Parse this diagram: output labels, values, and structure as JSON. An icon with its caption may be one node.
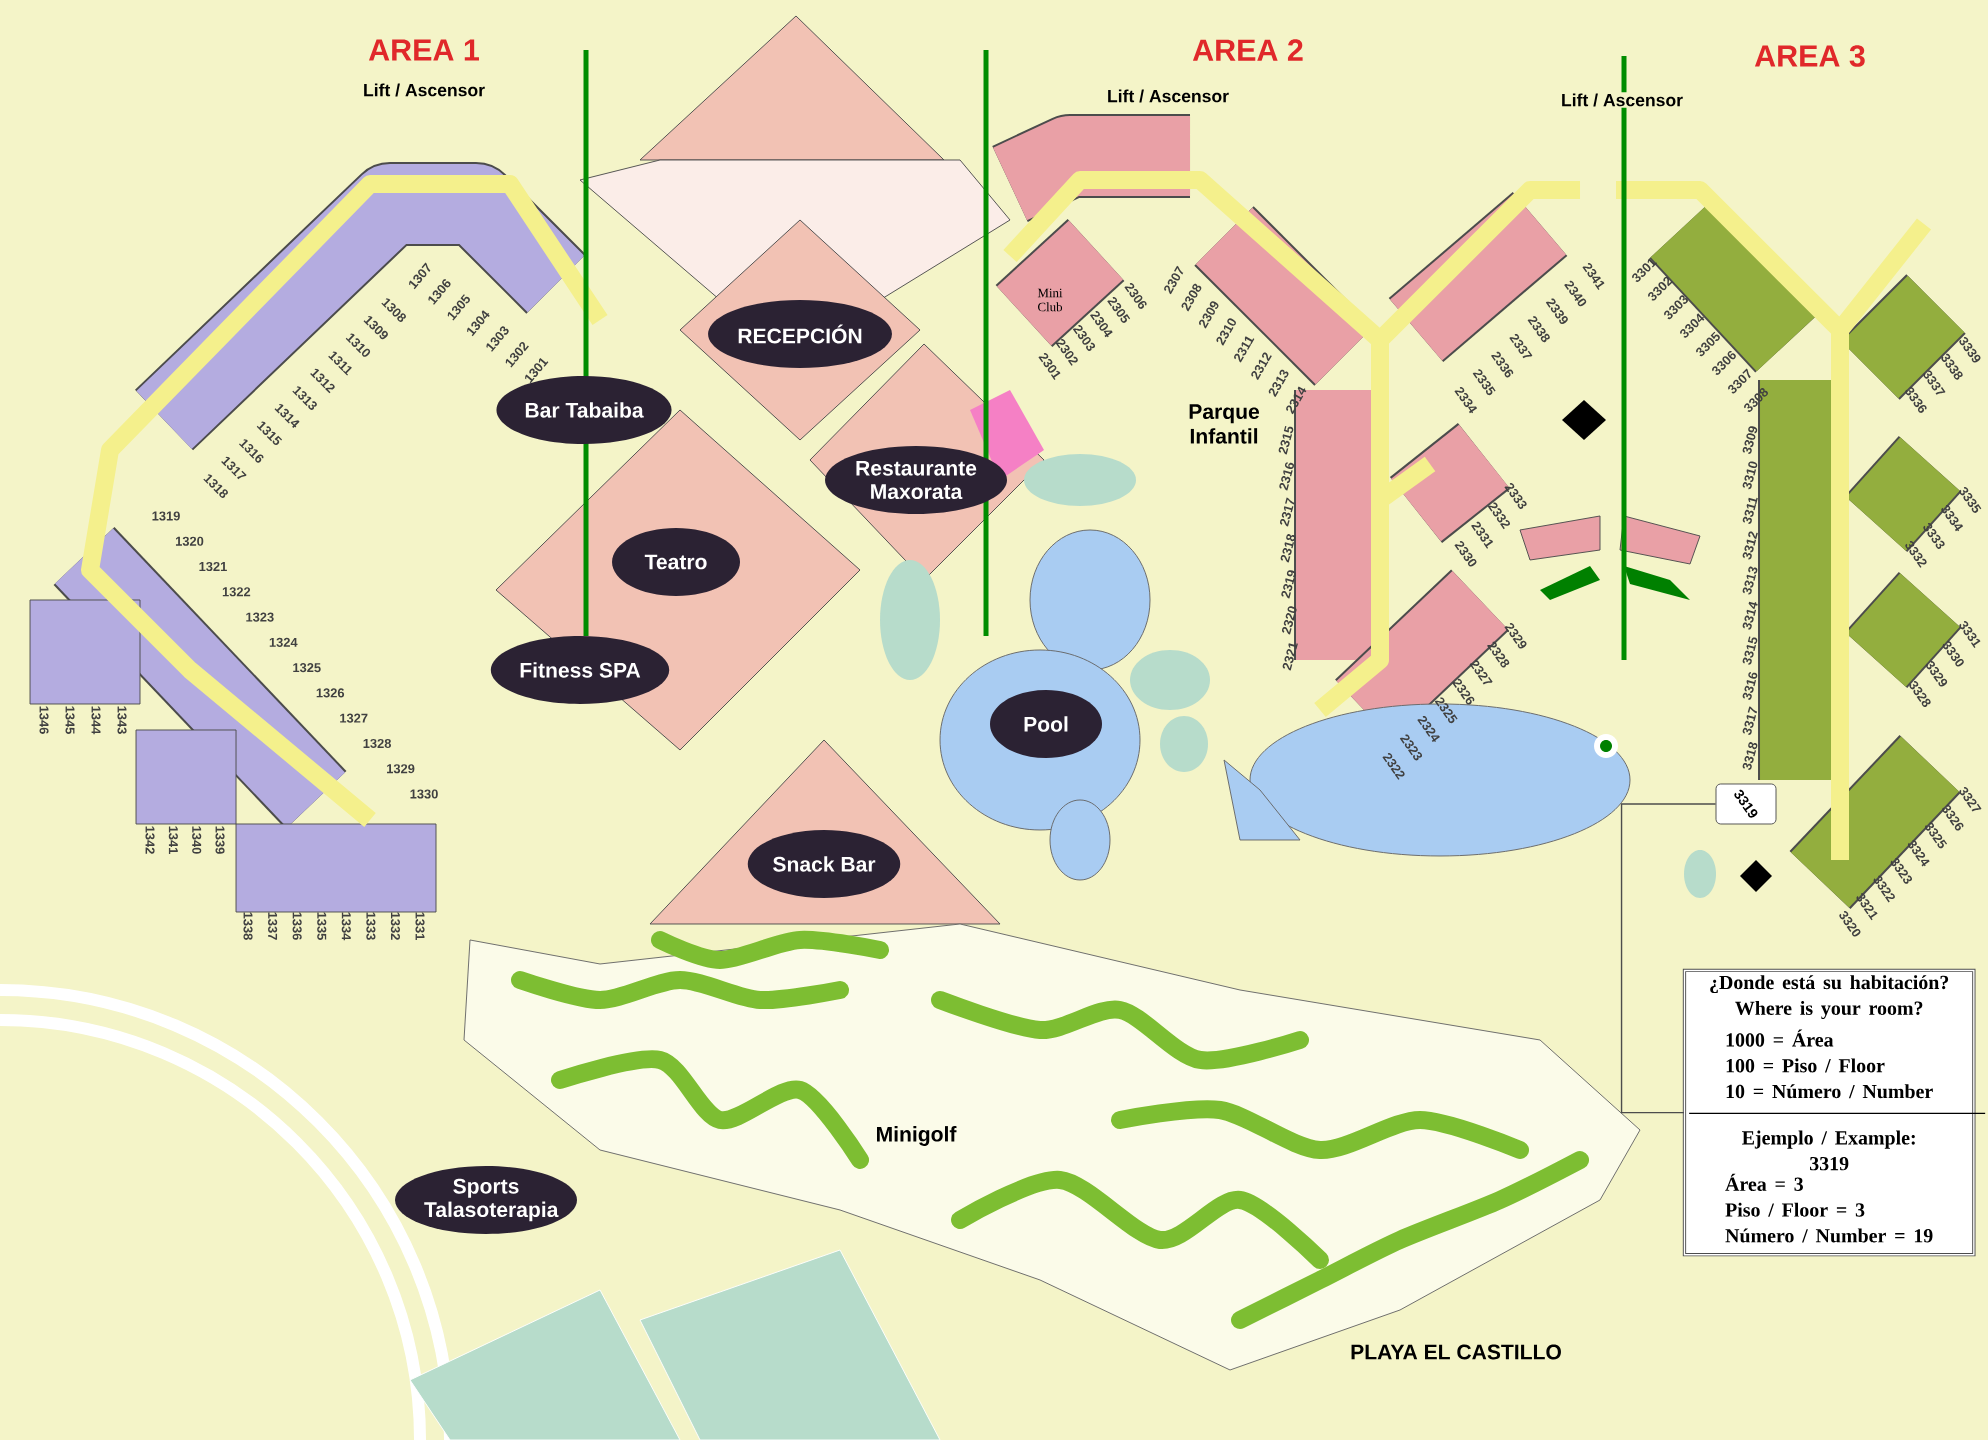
{
  "diagram": {
    "nodes": [
      {
        "text": [
          "Bar Tabaiba"
        ]
      },
      {
        "text": [
          "RECEPCIÓN"
        ]
      },
      {
        "text": [
          "Restaurante Maxorata"
        ]
      },
      {
        "text": [
          "Teatro"
        ]
      },
      {
        "text": [
          "Fitness SPA"
        ]
      },
      {
        "text": [
          "Pool"
        ]
      },
      {
        "text": [
          "Snack Bar"
        ]
      },
      {
        "text": [
          "Sports Talasoterapia"
        ]
      },
      {
        "text": [
          "3319"
        ]
      },
      {
        "text": [
          "¿Donde está su habitación?",
          "Where is your room?",
          "1000 = Área",
          "100 = Piso / Floor",
          "10 = Número / Number",
          "Ejemplo / Example:",
          "3319",
          "Área = 3",
          "Piso / Floor = 3",
          "Número / Number = 19"
        ]
      }
    ],
    "edges": [
      {
        "from": 8,
        "to": 9,
        "arrow": "none"
      }
    ],
    "labels": [
      "AREA 1",
      "AREA 2",
      "AREA 3",
      "Lift / Ascensor",
      "Lift / Ascensor",
      "Lift / Ascensor",
      "Mini Club",
      "Parque Infantil",
      "Minigolf",
      "PLAYA EL CASTILLO",
      "1301",
      "1302",
      "1303",
      "1304",
      "1305",
      "1306",
      "1307",
      "1308",
      "1309",
      "1310",
      "1311",
      "1312",
      "1313",
      "1314",
      "1315",
      "1316",
      "1317",
      "1318",
      "1319",
      "1320",
      "1321",
      "1322",
      "1323",
      "1324",
      "1325",
      "1326",
      "1327",
      "1328",
      "1329",
      "1330",
      "1331",
      "1332",
      "1333",
      "1334",
      "1335",
      "1336",
      "1337",
      "1338",
      "1339",
      "1340",
      "1341",
      "1342",
      "1343",
      "1344",
      "1345",
      "1346",
      "2301",
      "2302",
      "2303",
      "2304",
      "2305",
      "2306",
      "2307",
      "2308",
      "2309",
      "2310",
      "2311",
      "2312",
      "2313",
      "2314",
      "2315",
      "2316",
      "2317",
      "2318",
      "2319",
      "2320",
      "2321",
      "2322",
      "2323",
      "2324",
      "2325",
      "2326",
      "2327",
      "2328",
      "2329",
      "2330",
      "2331",
      "2332",
      "2333",
      "2334",
      "2335",
      "2336",
      "2337",
      "2338",
      "2339",
      "2340",
      "2341",
      "3301",
      "3302",
      "3303",
      "3304",
      "3305",
      "3306",
      "3307",
      "3308",
      "3309",
      "3310",
      "3311",
      "3312",
      "3313",
      "3314",
      "3315",
      "3316",
      "3317",
      "3318",
      "3320",
      "3321",
      "3322",
      "3323",
      "3324",
      "3325",
      "3326",
      "3327",
      "3328",
      "3329",
      "3330",
      "3331",
      "3332",
      "3333",
      "3334",
      "3335",
      "3336",
      "3337",
      "3338",
      "3339"
    ]
  }
}
